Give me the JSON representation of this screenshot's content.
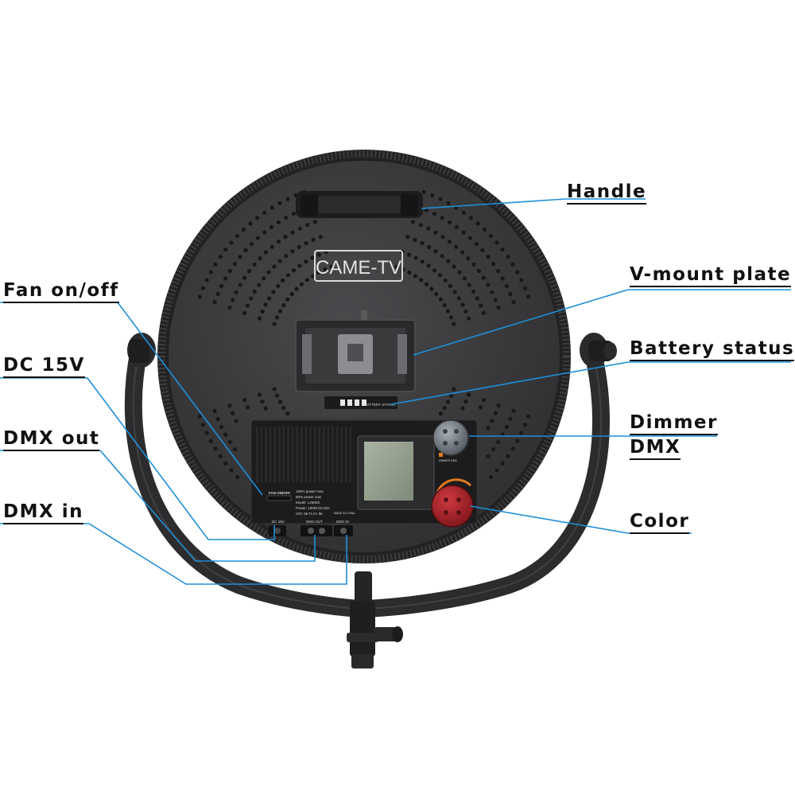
{
  "product": {
    "brand_logo": "CAME-TV"
  },
  "callouts": {
    "handle": "Handle",
    "vmount": "V-mount plate",
    "battery": "Battery status",
    "dimmer_line1": "Dimmer",
    "dimmer_line2": "DMX",
    "color": "Color",
    "fan": "Fan on/off",
    "dc": "DC 15V",
    "dmx_out": "DMX out",
    "dmx_in": "DMX in"
  },
  "panel_labels": {
    "fan_on_off": "FAN ON/OFF",
    "spec_1": "100% power max",
    "spec_2": "80% power max",
    "spec_3": "Model: L2500S",
    "spec_4": "Power: 100W DC15V",
    "spec_5": "CRI: 96   TLCI: 96",
    "made_in": "MADE IN CHINA",
    "port_dc": "DC 15V",
    "port_dmx_out": "DMX OUT",
    "port_dmx_in": "DMX IN",
    "battery_status": "BATTERY STATUS",
    "dimmer_dmx": "DIMMER DMX"
  },
  "colors": {
    "leader_line": "#1e8fd6",
    "housing": "#3a3a3c",
    "color_knob": "#b0242c",
    "dimmer_knob": "#7a8088"
  }
}
